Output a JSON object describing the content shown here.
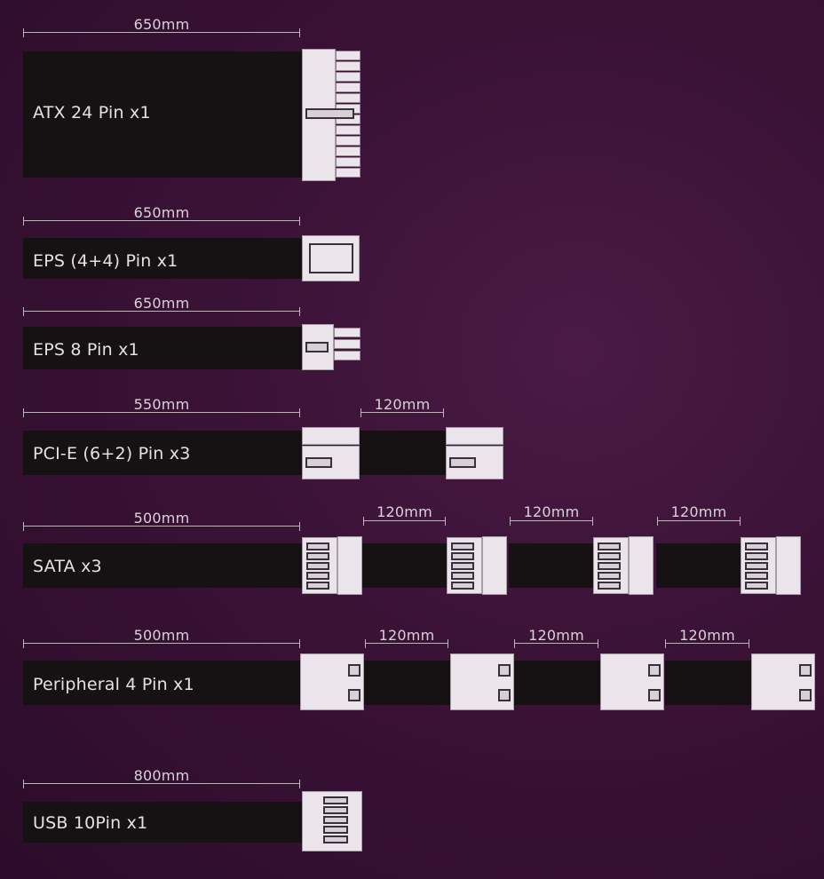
{
  "colors": {
    "background": "#3a1236",
    "cable": "#161214",
    "connector": "#ebe5eb",
    "text": "#e6e0e6"
  },
  "cables": [
    {
      "label": "ATX 24 Pin x1",
      "length": "650mm",
      "segments": []
    },
    {
      "label": "EPS (4+4) Pin x1",
      "length": "650mm",
      "segments": []
    },
    {
      "label": "EPS 8 Pin x1",
      "length": "650mm",
      "segments": []
    },
    {
      "label": "PCI-E (6+2) Pin x3",
      "length": "550mm",
      "segments": [
        "120mm"
      ]
    },
    {
      "label": "SATA x3",
      "length": "500mm",
      "segments": [
        "120mm",
        "120mm",
        "120mm"
      ]
    },
    {
      "label": "Peripheral 4 Pin x1",
      "length": "500mm",
      "segments": [
        "120mm",
        "120mm",
        "120mm"
      ]
    },
    {
      "label": "USB 10Pin x1",
      "length": "800mm",
      "segments": []
    }
  ]
}
